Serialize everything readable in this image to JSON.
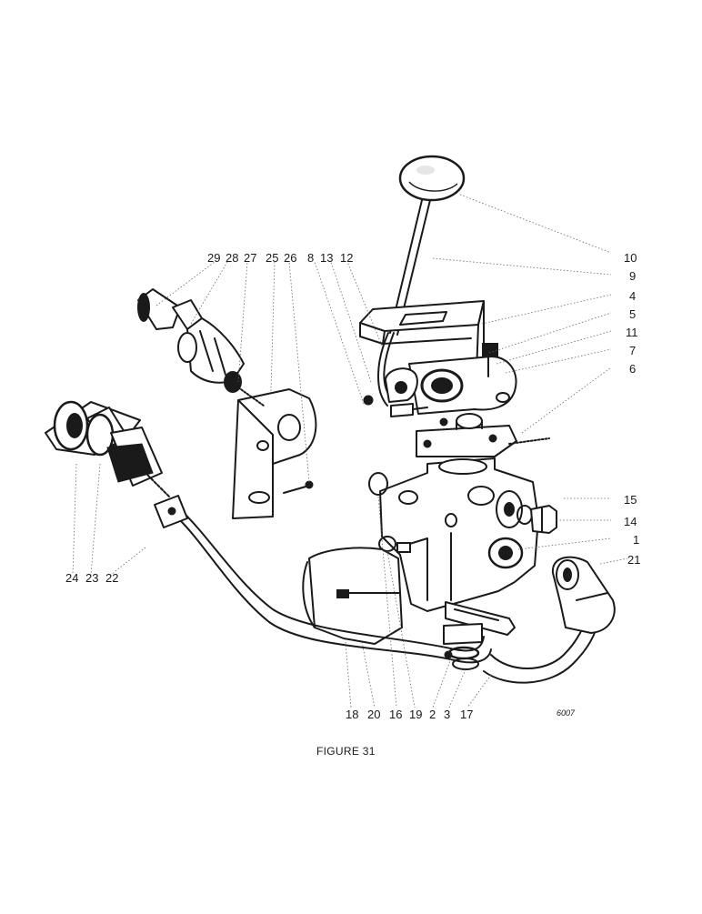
{
  "labels": {
    "l29": "29",
    "l28": "28",
    "l27": "27",
    "l25": "25",
    "l26": "26",
    "l8": "8",
    "l13": "13",
    "l12": "12",
    "l10": "10",
    "l9": "9",
    "l4": "4",
    "l5": "5",
    "l11": "11",
    "l7": "7",
    "l6": "6",
    "l15": "15",
    "l14": "14",
    "l1": "1",
    "l21": "21",
    "l24": "24",
    "l23": "23",
    "l22": "22",
    "l18": "18",
    "l20": "20",
    "l16": "16",
    "l19": "19",
    "l2": "2",
    "l3": "3",
    "l17": "17"
  },
  "caption": "FIGURE 31",
  "drawing_ref": "6007"
}
